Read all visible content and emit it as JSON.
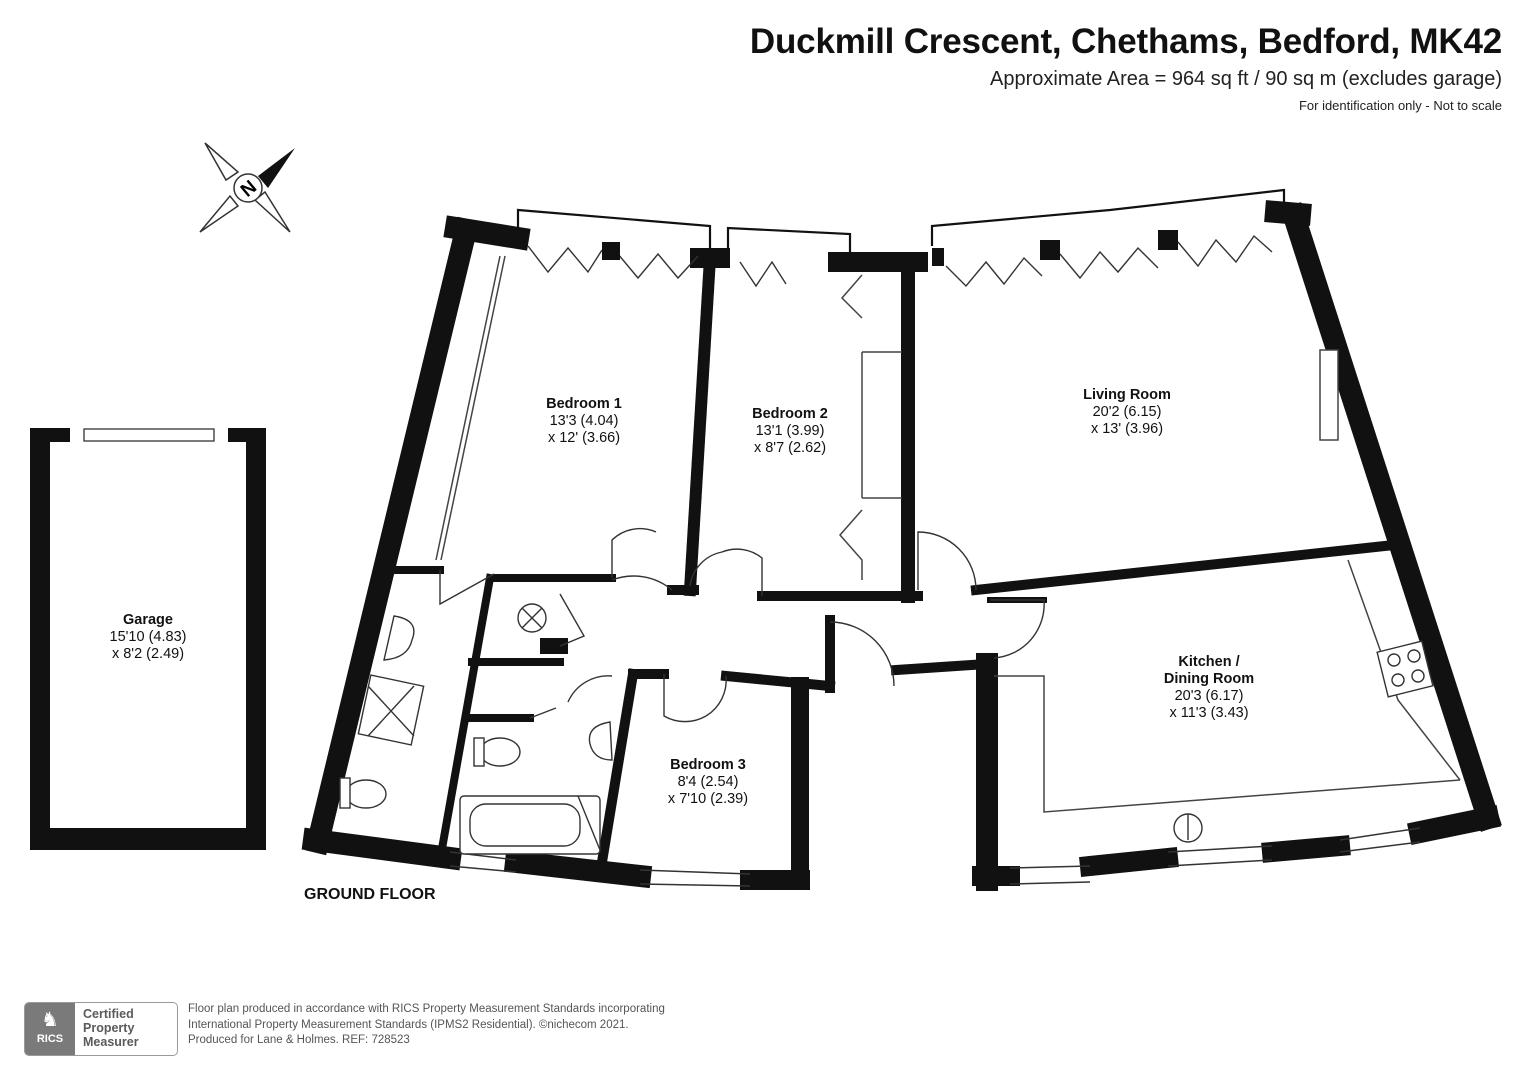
{
  "header": {
    "title": "Duckmill Crescent, Chethams, Bedford, MK42",
    "area": "Approximate Area = 964 sq ft / 90 sq m (excludes garage)",
    "disclaimer": "For identification only - Not to scale"
  },
  "compass": {
    "letter": "N"
  },
  "floor_label": "GROUND FLOOR",
  "rooms": {
    "bedroom1": {
      "name": "Bedroom 1",
      "dim1": "13'3 (4.04)",
      "dim2": "x 12' (3.66)"
    },
    "bedroom2": {
      "name": "Bedroom 2",
      "dim1": "13'1 (3.99)",
      "dim2": "x 8'7 (2.62)"
    },
    "living": {
      "name": "Living Room",
      "dim1": "20'2 (6.15)",
      "dim2": "x 13' (3.96)"
    },
    "kitchen": {
      "name1": "Kitchen /",
      "name2": "Dining Room",
      "dim1": "20'3 (6.17)",
      "dim2": "x 11'3 (3.43)"
    },
    "bedroom3": {
      "name": "Bedroom 3",
      "dim1": "8'4 (2.54)",
      "dim2": "x 7'10 (2.39)"
    },
    "garage": {
      "name": "Garage",
      "dim1": "15'10 (4.83)",
      "dim2": "x 8'2 (2.49)"
    }
  },
  "footer": {
    "badge_logo": "RICS",
    "badge_line1": "Certified",
    "badge_line2": "Property",
    "badge_line3": "Measurer",
    "line1": "Floor plan produced in accordance with RICS Property Measurement Standards incorporating",
    "line2": "International Property Measurement Standards (IPMS2 Residential).  ©nichecom 2021.",
    "line3": "Produced for Lane & Holmes.   REF:  728523"
  }
}
